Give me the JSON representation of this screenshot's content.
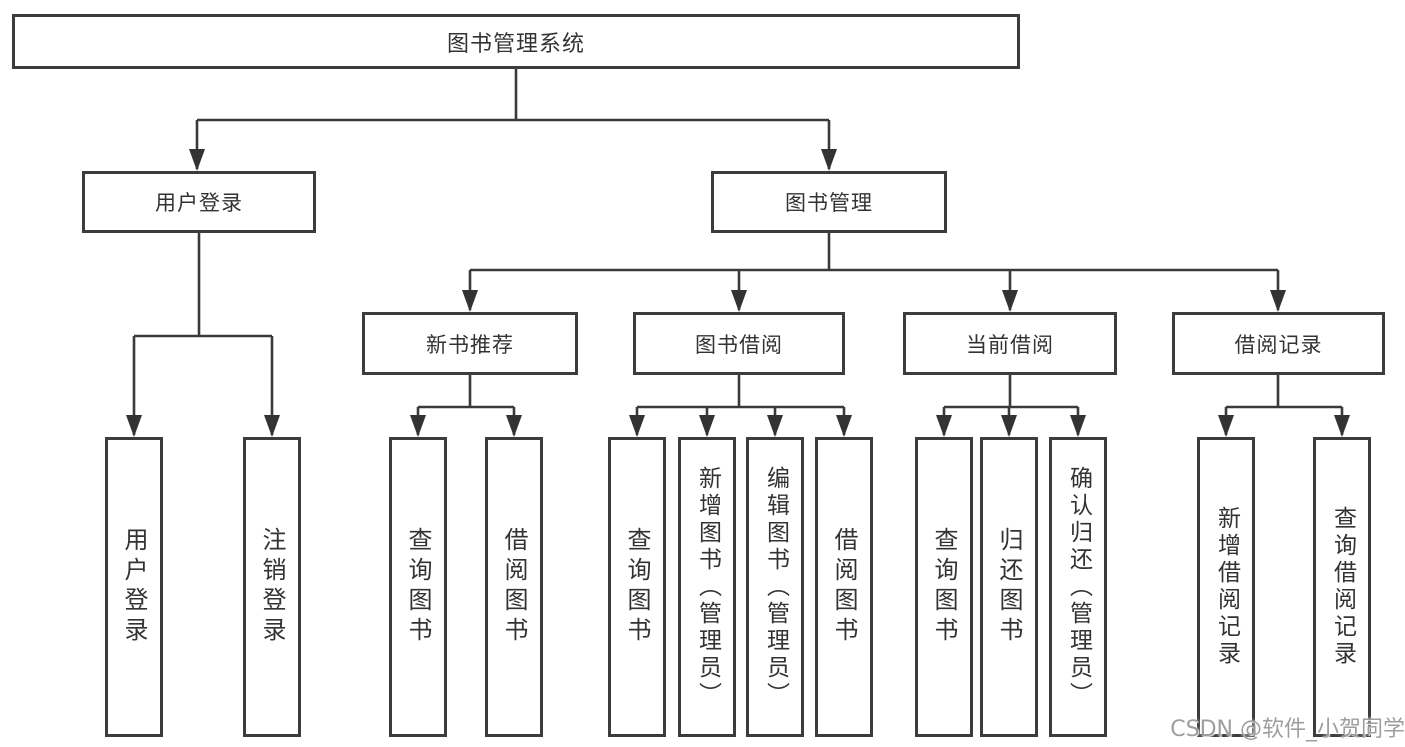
{
  "diagram": {
    "root": "图书管理系统",
    "level2": {
      "user_login": "用户登录",
      "book_management": "图书管理"
    },
    "level3": {
      "new_book": "新书推荐",
      "book_borrow": "图书借阅",
      "current_borrow": "当前借阅",
      "borrow_records": "借阅记录"
    },
    "leaves": {
      "user_login": "用户登录",
      "logout": "注销登录",
      "nb_query": "查询图书",
      "nb_borrow": "借阅图书",
      "bb_query": "查询图书",
      "bb_add": "新增图书（管理员）",
      "bb_edit": "编辑图书（管理员）",
      "bb_borrow": "借阅图书",
      "cb_query": "查询图书",
      "cb_return": "归还图书",
      "cb_confirm": "确认归还（管理员）",
      "br_add": "新增借阅记录",
      "br_query": "查询借阅记录"
    }
  },
  "watermark": "CSDN @软件_小贺同学",
  "colors": {
    "line": "#3a3a3a",
    "text": "#333333",
    "background": "#ffffff",
    "watermark": "#9e9e9e"
  }
}
